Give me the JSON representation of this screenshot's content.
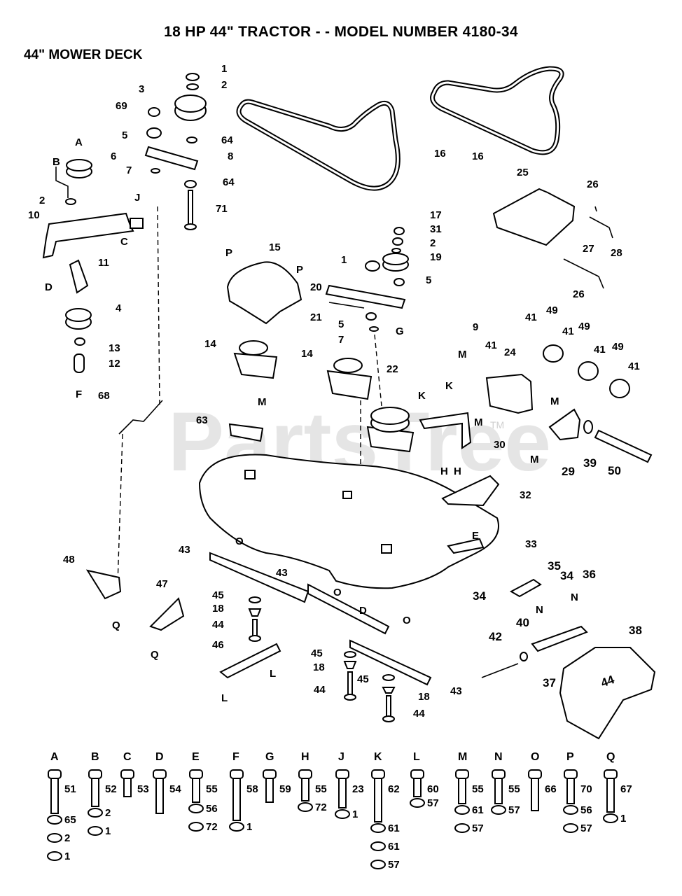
{
  "header": {
    "title": "18 HP 44\" TRACTOR - - MODEL NUMBER 4180-34",
    "subtitle": "44\" MOWER DECK"
  },
  "watermark": {
    "text": "PartsTree",
    "tm": "TM"
  },
  "callouts": {
    "c1a": "1",
    "c2a": "2",
    "c3": "3",
    "c69": "69",
    "c5a": "5",
    "c64a": "64",
    "c8": "8",
    "cAtop": "A",
    "c6": "6",
    "cBtop": "B",
    "c7a": "7",
    "c64b": "64",
    "c2b": "2",
    "cJtop": "J",
    "c10": "10",
    "c71": "71",
    "cC": "C",
    "cD": "D",
    "c11": "11",
    "c4": "4",
    "c13": "13",
    "c12": "12",
    "cF": "F",
    "c16a": "16",
    "c16b": "16",
    "c25": "25",
    "c26a": "26",
    "c27": "27",
    "c28": "28",
    "c26b": "26",
    "c17": "17",
    "c31": "31",
    "c2c": "2",
    "c1b": "1",
    "c19": "19",
    "c5b": "5",
    "c15": "15",
    "cP1": "P",
    "cP2": "P",
    "c20": "20",
    "c21": "21",
    "c5c": "5",
    "cG": "G",
    "c7b": "7",
    "c9": "9",
    "c41a": "41",
    "c49a": "49",
    "c41b": "41",
    "c49b": "49",
    "c41c": "41",
    "c49c": "49",
    "c41d": "41",
    "c41e": "41",
    "c24": "24",
    "cM1": "M",
    "cM2": "M",
    "c14a": "14",
    "c14b": "14",
    "c22": "22",
    "cK1": "K",
    "cK2": "K",
    "c30": "30",
    "c68": "68",
    "c63": "63",
    "cM3": "M",
    "cM4": "M",
    "cM5": "M",
    "c29": "29",
    "c39": "39",
    "c50": "50",
    "cH1": "H",
    "cH2": "H",
    "c32": "32",
    "cE": "E",
    "c33": "33",
    "cO1": "O",
    "c43a": "43",
    "c48": "48",
    "c45a": "45",
    "c18a": "18",
    "c44a": "44",
    "c43b": "43",
    "cO2": "O",
    "cD2": "D",
    "cO3": "O",
    "c35": "35",
    "c34a": "34",
    "c34b": "34",
    "c36": "36",
    "c47": "47",
    "cQ1": "Q",
    "cQ2": "Q",
    "cN1": "N",
    "cN2": "N",
    "c40": "40",
    "c42": "42",
    "c38": "38",
    "c37": "37",
    "c46": "46",
    "cL1": "L",
    "cL2": "L",
    "c45b": "45",
    "c18b": "18",
    "c45c": "45",
    "c18c": "18",
    "c44b": "44",
    "c44c": "44",
    "c43c": "43",
    "deck44": "44"
  },
  "hardware_legend": [
    {
      "letter": "A",
      "parts": [
        "51",
        "65",
        "2",
        "1"
      ]
    },
    {
      "letter": "B",
      "parts": [
        "52",
        "2",
        "1"
      ]
    },
    {
      "letter": "C",
      "parts": [
        "53"
      ]
    },
    {
      "letter": "D",
      "parts": [
        "54"
      ]
    },
    {
      "letter": "E",
      "parts": [
        "55",
        "56",
        "72"
      ]
    },
    {
      "letter": "F",
      "parts": [
        "58",
        "1"
      ]
    },
    {
      "letter": "G",
      "parts": [
        "59"
      ]
    },
    {
      "letter": "H",
      "parts": [
        "55",
        "72"
      ]
    },
    {
      "letter": "J",
      "parts": [
        "23",
        "1"
      ]
    },
    {
      "letter": "K",
      "parts": [
        "62",
        "61",
        "61",
        "57"
      ]
    },
    {
      "letter": "L",
      "parts": [
        "60",
        "57"
      ]
    },
    {
      "letter": "M",
      "parts": [
        "55",
        "61",
        "57"
      ]
    },
    {
      "letter": "N",
      "parts": [
        "55",
        "57"
      ]
    },
    {
      "letter": "O",
      "parts": [
        "66"
      ]
    },
    {
      "letter": "P",
      "parts": [
        "70",
        "56",
        "57"
      ]
    },
    {
      "letter": "Q",
      "parts": [
        "67",
        "1"
      ]
    }
  ]
}
